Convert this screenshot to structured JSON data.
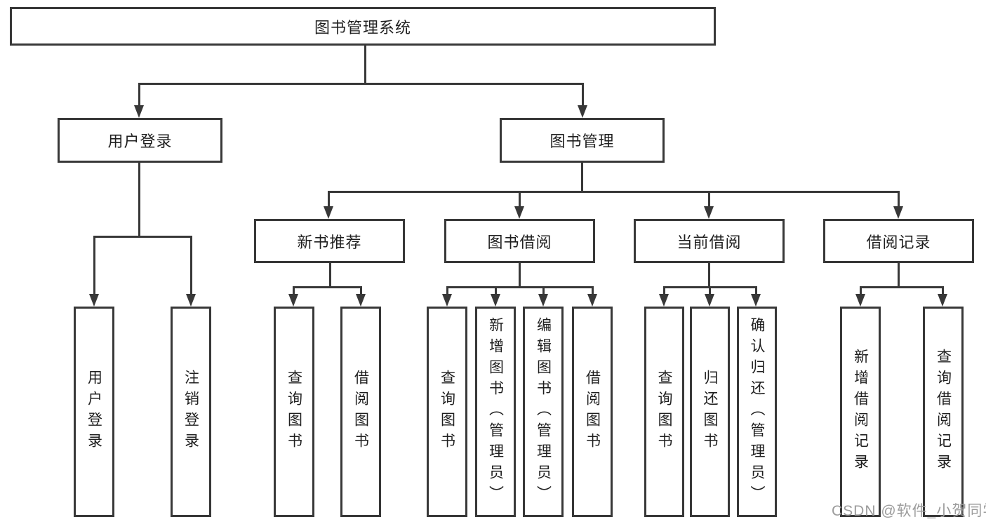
{
  "diagram": {
    "root": {
      "label": "图书管理系统"
    },
    "level2": [
      {
        "label": "用户登录"
      },
      {
        "label": "图书管理"
      }
    ],
    "level3": [
      {
        "label": "新书推荐"
      },
      {
        "label": "图书借阅"
      },
      {
        "label": "当前借阅"
      },
      {
        "label": "借阅记录"
      }
    ],
    "leaves": {
      "user_login": [
        "用户登录",
        "注销登录"
      ],
      "new_book_recommend": [
        "查询图书",
        "借阅图书"
      ],
      "book_borrow": [
        "查询图书",
        "新增图书（管理员）",
        "编辑图书（管理员）",
        "借阅图书"
      ],
      "current_borrow": [
        "查询图书",
        "归还图书",
        "确认归还（管理员）"
      ],
      "borrow_records": [
        "新增借阅记录",
        "查询借阅记录"
      ]
    }
  },
  "watermark": {
    "text": "CSDN @软件_小贺同学"
  },
  "colors": {
    "line": "#383838",
    "text": "#1f1f1f",
    "watermark": "#9c9c9c",
    "background": "#ffffff"
  }
}
